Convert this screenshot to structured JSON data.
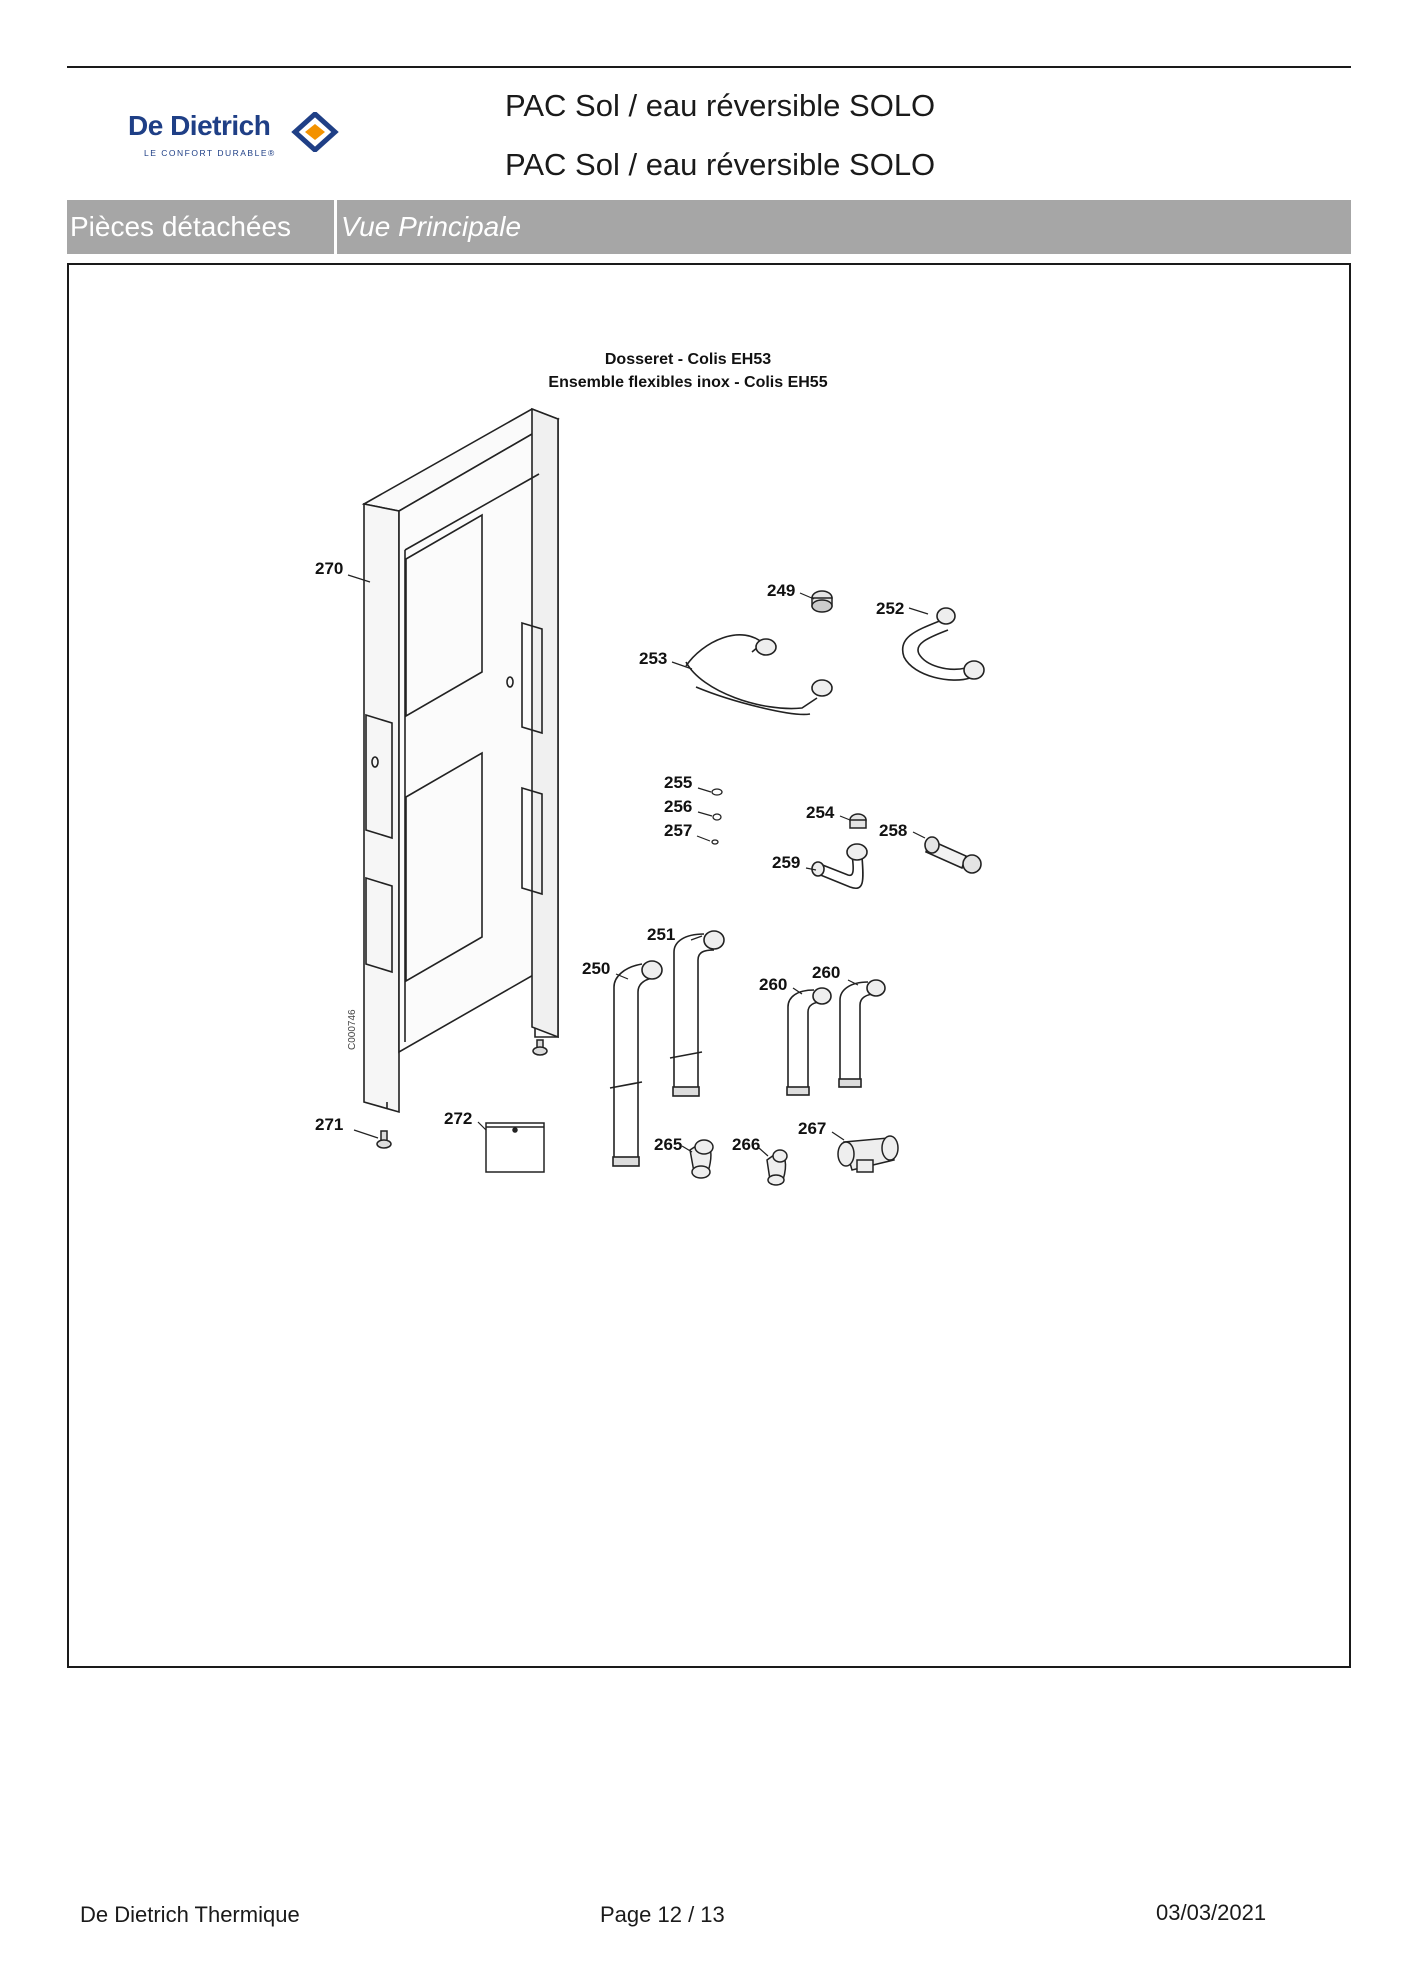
{
  "header": {
    "logo": {
      "brand": "De Dietrich",
      "tagline": "LE CONFORT DURABLE®",
      "icon": "diamond-logo-icon"
    },
    "title_line1": "PAC Sol / eau réversible SOLO",
    "title_line2": "PAC Sol / eau réversible SOLO"
  },
  "section_bar": {
    "left_label": "Pièces détachées",
    "right_label": "Vue Principale"
  },
  "diagram": {
    "title_line1": "Dosseret - Colis EH53",
    "title_line2": "Ensemble flexibles inox - Colis EH55",
    "drawing_ref": "C000746",
    "part_labels": {
      "p270": "270",
      "p249": "249",
      "p252": "252",
      "p253": "253",
      "p255": "255",
      "p256": "256",
      "p257": "257",
      "p254": "254",
      "p258": "258",
      "p259": "259",
      "p251": "251",
      "p250": "250",
      "p260a": "260",
      "p260b": "260",
      "p271": "271",
      "p272": "272",
      "p265": "265",
      "p266": "266",
      "p267": "267"
    }
  },
  "footer": {
    "company": "De Dietrich Thermique",
    "page_text": "Page  12  /  13",
    "date": "03/03/2021"
  }
}
